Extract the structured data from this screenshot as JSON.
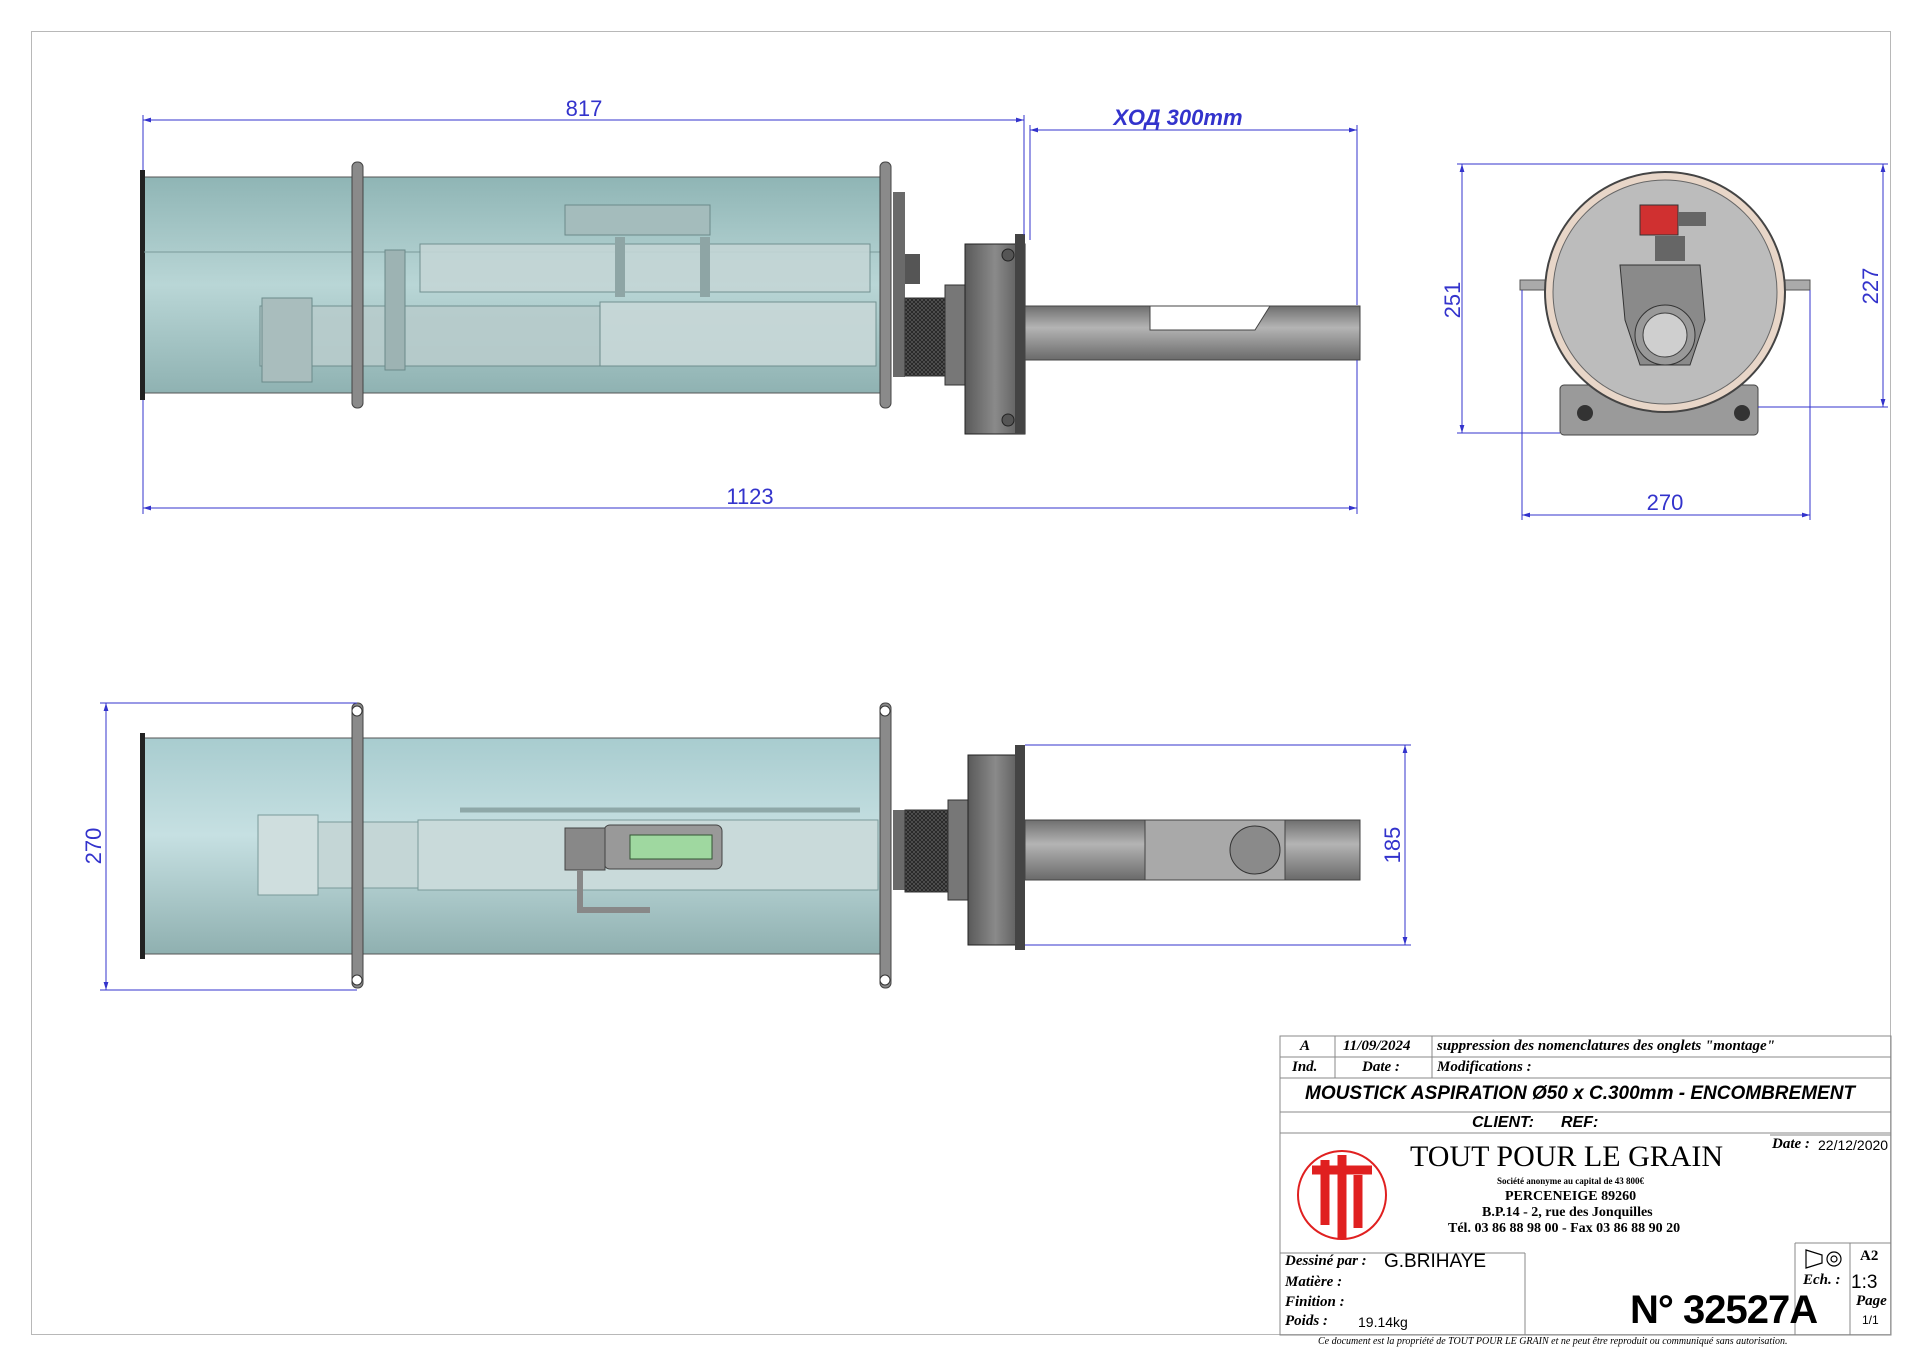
{
  "dimensions": {
    "side_length_top": "817",
    "stroke_label": "ХОД 300mm",
    "side_total_length": "1123",
    "front_height": "251",
    "front_inner_height": "227",
    "front_width": "270",
    "bottom_height": "270",
    "bottom_flange": "185"
  },
  "revision": {
    "index": "A",
    "date": "11/09/2024",
    "modification": "suppression des nomenclatures des onglets \"montage\"",
    "header_index": "Ind.",
    "header_date": "Date :",
    "header_modifications": "Modifications :"
  },
  "title_block": {
    "title": "MOUSTICK ASPIRATION Ø50 x C.300mm - ENCOMBREMENT",
    "client_label": "CLIENT:",
    "ref_label": "REF:",
    "date_label": "Date :",
    "date_value": "22/12/2020",
    "company": "TOUT POUR LE GRAIN",
    "company_sub": "Société anonyme au capital de 43 800€",
    "address_line1": "PERCENEIGE 89260",
    "address_line2": "B.P.14 - 2, rue des Jonquilles",
    "address_line3": "Tél. 03 86 88 98 00 - Fax 03 86 88 90 20",
    "drawn_by_label": "Dessiné par :",
    "drawn_by_value": "G.BRIHAYE",
    "material_label": "Matière :",
    "finish_label": "Finition :",
    "weight_label": "Poids :",
    "weight_value": "19.14kg",
    "format": "A2",
    "scale_label": "Ech. :",
    "scale_value": "1:3",
    "drawing_number": "N° 32527A",
    "page_label": "Page",
    "page_value": "1/1",
    "footer": "Ce document est la propriété de TOUT POUR LE GRAIN et ne peut être reproduit ou communiqué sans autorisation."
  },
  "colors": {
    "dimension": "#3333cc",
    "tube": "#a9c9c9",
    "steel": "#8a8a8a",
    "logo_red": "#e02020"
  },
  "icons": {
    "logo": "tpg-logo",
    "projection_symbol": "first-angle-projection-icon"
  }
}
